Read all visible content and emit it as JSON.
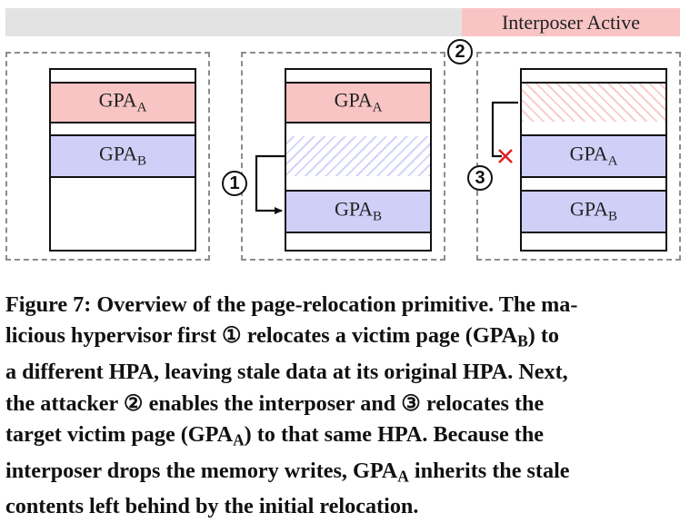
{
  "figure": {
    "banner": "Interposer Active",
    "label_a": "GPA",
    "sub_a": "A",
    "label_b": "GPA",
    "sub_b": "B",
    "step1": "1",
    "step2": "2",
    "step3": "3",
    "colors": {
      "red_page": "#f8c4c4",
      "blue_page": "#cfcff8",
      "gray_bar": "#e3e3e3",
      "cross": "#e32020"
    }
  },
  "caption": {
    "l1": "Figure 7: Overview of the page-relocation primitive. The ma-",
    "l2a": "licious hypervisor first ① relocates a victim page (GPA",
    "l2sub": "B",
    "l2b": ") to",
    "l3": "a different HPA, leaving stale data at its original HPA. Next,",
    "l4": "the attacker ② enables the interposer and ③ relocates the",
    "l5a": "target victim page (GPA",
    "l5sub": "A",
    "l5b": ") to that same HPA. Because the",
    "l6a": "interposer drops the memory writes, GPA",
    "l6sub": "A",
    "l6b": " inherits the stale",
    "l7": "contents left behind by the initial relocation."
  }
}
